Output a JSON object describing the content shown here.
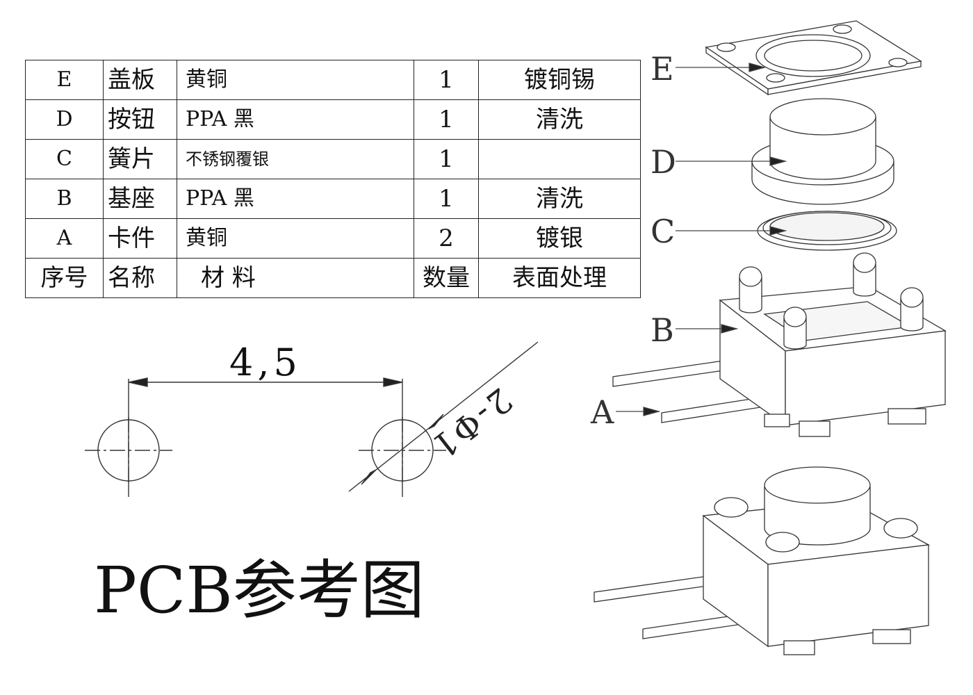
{
  "bom": {
    "rows": [
      {
        "id": "E",
        "name": "盖板",
        "material": "黄铜",
        "qty": "1",
        "finish": "镀铜锡"
      },
      {
        "id": "D",
        "name": "按钮",
        "material": "PPA  黑",
        "qty": "1",
        "finish": "清洗"
      },
      {
        "id": "C",
        "name": "簧片",
        "material": "不锈钢覆银",
        "qty": "1",
        "finish": ""
      },
      {
        "id": "B",
        "name": "基座",
        "material": "PPA  黑",
        "qty": "1",
        "finish": "清洗"
      },
      {
        "id": "A",
        "name": "卡件",
        "material": "黄铜",
        "qty": "2",
        "finish": "镀银"
      }
    ],
    "header": {
      "id": "序号",
      "name": "名称",
      "material": "材   料",
      "qty": "数量",
      "finish": "表面处理"
    }
  },
  "pcb": {
    "title": "PCB参考图",
    "spacing_label": "4,5",
    "hole_label": "2-Φ1"
  },
  "exploded_labels": {
    "e": "E",
    "d": "D",
    "c": "C",
    "b": "B",
    "a": "A"
  }
}
